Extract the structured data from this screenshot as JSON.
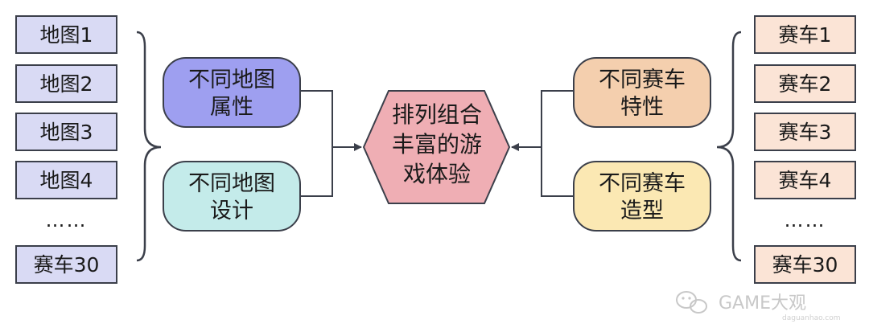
{
  "colors": {
    "map_box_fill": "#d9daf4",
    "car_box_fill": "#fbe4d6",
    "map_attr_fill": "#9e9ff0",
    "map_design_fill": "#c4ebea",
    "car_feature_fill": "#f4cfae",
    "car_shape_fill": "#fbe8b3",
    "center_fill": "#efaeb4",
    "stroke": "#3b3f4a",
    "line": "#3b3f4a",
    "watermark": "#c8c8c8"
  },
  "left_list": {
    "items": [
      "地图1",
      "地图2",
      "地图3",
      "地图4"
    ],
    "ellipsis": "……",
    "last": "赛车30"
  },
  "right_list": {
    "items": [
      "赛车1",
      "赛车2",
      "赛车3",
      "赛车4"
    ],
    "ellipsis": "……",
    "last": "赛车30"
  },
  "left_groups": [
    {
      "lines": [
        "不同地图",
        "属性"
      ]
    },
    {
      "lines": [
        "不同地图",
        "设计"
      ]
    }
  ],
  "right_groups": [
    {
      "lines": [
        "不同赛车",
        "特性"
      ]
    },
    {
      "lines": [
        "不同赛车",
        "造型"
      ]
    }
  ],
  "center": {
    "lines": [
      "排列组合",
      "丰富的游",
      "戏体验"
    ]
  },
  "watermark": {
    "text": "GAME大观",
    "sub": "daguanhao.com",
    "icon": "wechat-icon"
  }
}
